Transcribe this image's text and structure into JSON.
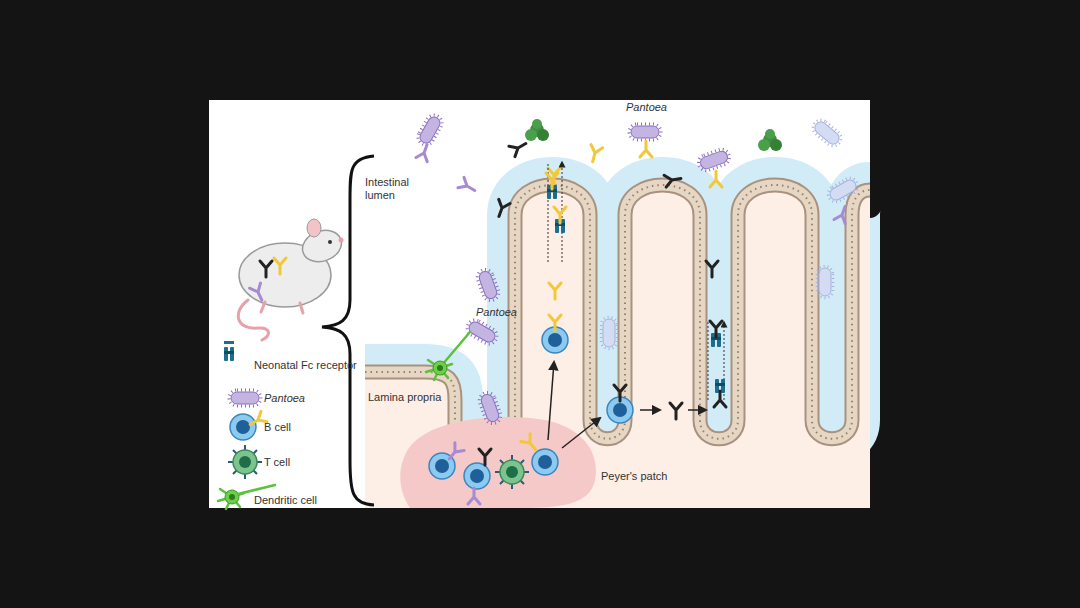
{
  "diagram": {
    "labels": [
      "Intestinal lumen",
      "Pantoea",
      "Pantoea",
      "Lamina propria",
      "Peyer's patch"
    ],
    "legend": [
      {
        "text": "Neonatal Fc receptor"
      },
      {
        "text": "Pantoea"
      },
      {
        "text": "B cell"
      },
      {
        "text": "T cell"
      },
      {
        "text": "Dendritic cell"
      }
    ]
  }
}
